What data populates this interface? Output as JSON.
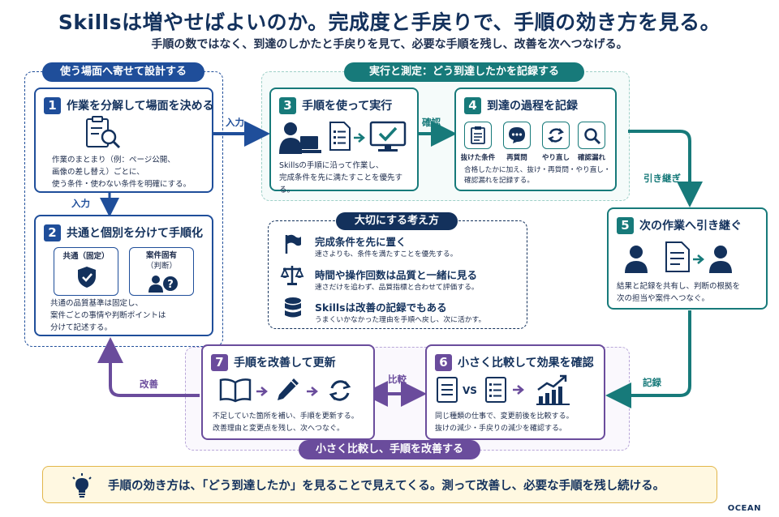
{
  "header": {
    "title": "Skillsは増やせばよいのか。完成度と手戻りで、手順の効き方を見る。",
    "subtitle": "手順の数ではなく、到達のしかたと手戻りを見て、必要な手順を残し、改善を次へつなげる。"
  },
  "groups": {
    "design": "使う場面へ寄せて設計する",
    "measure": "実行と測定：どう到達したかを記録する",
    "improve": "小さく比較し、手順を改善する"
  },
  "steps": [
    {
      "num": "1",
      "title": "作業を分解して場面を決める",
      "desc": [
        "作業のまとまり（例：ページ公開、",
        "画像の差し替え）ごとに、",
        "使う条件・使わない条件を明確にする。"
      ]
    },
    {
      "num": "2",
      "title": "共通と個別を分けて手順化",
      "desc": [
        "共通の品質基準は固定し、",
        "案件ごとの事情や判断ポイントは",
        "分けて記述する。"
      ],
      "common_label": "共通（固定）",
      "individual_label": [
        "案件固有",
        "（判断）"
      ]
    },
    {
      "num": "3",
      "title": "手順を使って実行",
      "desc": [
        "Skillsの手順に沿って作業し、",
        "完成条件を先に満たすことを優先する。"
      ]
    },
    {
      "num": "4",
      "title": "到達の過程を記録",
      "desc": [
        "合格したかに加え、抜け・再質問・やり直し・",
        "確認漏れを記録する。"
      ],
      "tiles": [
        "抜けた条件",
        "再質問",
        "やり直し",
        "確認漏れ"
      ]
    },
    {
      "num": "5",
      "title": "次の作業へ引き継ぐ",
      "desc": [
        "結果と記録を共有し、判断の根拠を",
        "次の担当や案件へつなぐ。"
      ]
    },
    {
      "num": "6",
      "title": "小さく比較して効果を確認",
      "desc": [
        "同じ種類の仕事で、変更前後を比較する。",
        "抜けの減少・手戻りの減少を確認する。"
      ],
      "vs": "VS"
    },
    {
      "num": "7",
      "title": "手順を改善して更新",
      "desc": [
        "不足していた箇所を補い、手順を更新する。",
        "改善理由と変更点を残し、次へつなぐ。"
      ]
    }
  ],
  "arrows": {
    "input1": "入力",
    "input2": "入力",
    "confirm": "確認",
    "handover": "引き継ぎ",
    "record": "記録",
    "compare": "比較",
    "improve": "改善"
  },
  "principles": {
    "heading": "大切にする考え方",
    "items": [
      {
        "icon": "flag-icon",
        "title": "完成条件を先に置く",
        "desc": "速さよりも、条件を満たすことを優先する。"
      },
      {
        "icon": "scale-icon",
        "title": "時間や操作回数は品質と一緒に見る",
        "desc": "速さだけを追わず、品質指標と合わせて評価する。"
      },
      {
        "icon": "database-icon",
        "title": "Skillsは改善の記録でもある",
        "desc": "うまくいかなかった理由を手順へ戻し、次に活かす。"
      }
    ]
  },
  "footer": {
    "message": "手順の効き方は、「どう到達したか」を見ることで見えてくる。測って改善し、必要な手順を残し続ける。",
    "logo": "OCEAN"
  },
  "colors": {
    "navy": "#13315c",
    "blue": "#1f4e9a",
    "teal": "#177a7a",
    "purple": "#6a4c9c",
    "yellow": "#e2b64a"
  }
}
